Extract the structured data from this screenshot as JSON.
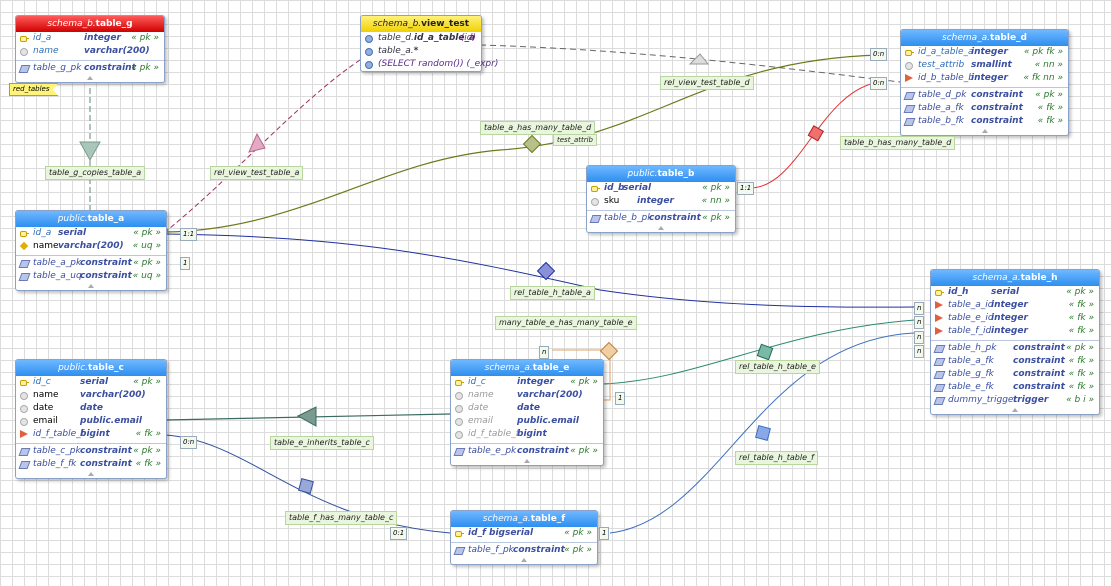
{
  "tables": {
    "table_g": {
      "schema": "schema_b.",
      "name": "table_g",
      "rows": [
        {
          "name": "id_a",
          "type": "integer",
          "mod": "« pk »"
        },
        {
          "name": "name",
          "type": "varchar(200)",
          "mod": ""
        },
        {
          "name": "table_g_pk",
          "type": "constraint",
          "mod": "« pk »"
        }
      ],
      "tag": "red_tables"
    },
    "view_test": {
      "schema": "schema_b.",
      "name": "view_test",
      "rows": [
        {
          "name": "table_d.",
          "bold": "id_a_table_a",
          "mod": "(id)"
        },
        {
          "name": "table_a.",
          "bold": "*",
          "mod": ""
        },
        {
          "name": "(SELECT random()) (_expr)",
          "bold": "",
          "mod": ""
        }
      ]
    },
    "table_d": {
      "schema": "schema_a.",
      "name": "table_d",
      "rows": [
        {
          "name": "id_a_table_a",
          "type": "integer",
          "mod": "« pk fk »"
        },
        {
          "name": "test_attrib",
          "type": "smallint",
          "mod": "« nn »"
        },
        {
          "name": "id_b_table_b",
          "type": "integer",
          "mod": "« fk nn »"
        },
        {
          "name": "table_d_pk",
          "type": "constraint",
          "mod": "« pk »"
        },
        {
          "name": "table_a_fk",
          "type": "constraint",
          "mod": "« fk »"
        },
        {
          "name": "table_b_fk",
          "type": "constraint",
          "mod": "« fk »"
        }
      ]
    },
    "table_b": {
      "schema": "public.",
      "name": "table_b",
      "rows": [
        {
          "name": "id_b",
          "type": "serial",
          "mod": "« pk »"
        },
        {
          "name": "sku",
          "type": "integer",
          "mod": "« nn »"
        },
        {
          "name": "table_b_pk",
          "type": "constraint",
          "mod": "« pk »"
        }
      ]
    },
    "table_a": {
      "schema": "public.",
      "name": "table_a",
      "rows": [
        {
          "name": "id_a",
          "type": "serial",
          "mod": "« pk »"
        },
        {
          "name": "name",
          "type": "varchar(200)",
          "mod": "« uq »"
        },
        {
          "name": "table_a_pk",
          "type": "constraint",
          "mod": "« pk »"
        },
        {
          "name": "table_a_uq",
          "type": "constraint",
          "mod": "« uq »"
        }
      ]
    },
    "table_h": {
      "schema": "schema_a.",
      "name": "table_h",
      "rows": [
        {
          "name": "id_h",
          "type": "serial",
          "mod": "« pk »"
        },
        {
          "name": "table_a_id",
          "type": "integer",
          "mod": "« fk »"
        },
        {
          "name": "table_e_id",
          "type": "integer",
          "mod": "« fk »"
        },
        {
          "name": "table_f_id",
          "type": "integer",
          "mod": "« fk »"
        },
        {
          "name": "table_h_pk",
          "type": "constraint",
          "mod": "« pk »"
        },
        {
          "name": "table_a_fk",
          "type": "constraint",
          "mod": "« fk »"
        },
        {
          "name": "table_g_fk",
          "type": "constraint",
          "mod": "« fk »"
        },
        {
          "name": "table_e_fk",
          "type": "constraint",
          "mod": "« fk »"
        },
        {
          "name": "dummy_trigger",
          "type": "trigger",
          "mod": "« b i »"
        }
      ]
    },
    "table_c": {
      "schema": "public.",
      "name": "table_c",
      "rows": [
        {
          "name": "id_c",
          "type": "serial",
          "mod": "« pk »"
        },
        {
          "name": "name",
          "type": "varchar(200)",
          "mod": ""
        },
        {
          "name": "date",
          "type": "date",
          "mod": ""
        },
        {
          "name": "email",
          "type": "public.email",
          "mod": ""
        },
        {
          "name": "id_f_table_f",
          "type": "bigint",
          "mod": "« fk »"
        },
        {
          "name": "table_c_pk",
          "type": "constraint",
          "mod": "« pk »"
        },
        {
          "name": "table_f_fk",
          "type": "constraint",
          "mod": "« fk »"
        }
      ]
    },
    "table_e": {
      "schema": "schema_a.",
      "name": "table_e",
      "rows": [
        {
          "name": "id_c",
          "type": "integer",
          "mod": "« pk »"
        },
        {
          "name": "name",
          "type": "varchar(200)",
          "mod": ""
        },
        {
          "name": "date",
          "type": "date",
          "mod": ""
        },
        {
          "name": "email",
          "type": "public.email",
          "mod": ""
        },
        {
          "name": "id_f_table_f",
          "type": "bigint",
          "mod": ""
        },
        {
          "name": "table_e_pk",
          "type": "constraint",
          "mod": "« pk »"
        }
      ]
    },
    "table_f": {
      "schema": "schema_a.",
      "name": "table_f",
      "rows": [
        {
          "name": "id_f",
          "type": "bigserial",
          "mod": "« pk »"
        },
        {
          "name": "table_f_pk",
          "type": "constraint",
          "mod": "« pk »"
        }
      ]
    }
  },
  "relations": {
    "table_g_copies_table_a": "table_g_copies_table_a",
    "rel_view_test_table_a": "rel_view_test_table_a",
    "rel_view_test_table_d": "rel_view_test_table_d",
    "table_a_has_many_table_d": "table_a_has_many_table_d",
    "test_attrib": "test_attrib",
    "table_b_has_many_table_d": "table_b_has_many_table_d",
    "rel_table_h_table_a": "rel_table_h_table_a",
    "many_table_e_has_many_table_e": "many_table_e_has_many_table_e",
    "rel_table_h_table_e": "rel_table_h_table_e",
    "table_e_inherits_table_c": "table_e_inherits_table_c",
    "table_f_has_many_table_c": "table_f_has_many_table_c",
    "rel_table_h_table_f": "rel_table_h_table_f"
  },
  "cardinalities": {
    "a_d_01": "1:1",
    "a_d_02": "1",
    "d_a": "0:n",
    "d_b": "0:n",
    "b_d": "1:1",
    "h1": "n",
    "h2": "n",
    "h3": "n",
    "h4": "n",
    "e_self_n": "n",
    "e_self_1": "1",
    "c_f": "0:n",
    "f_c": "0:1",
    "f_h": "1"
  },
  "colors": {
    "blue_header": "#2e8ef0",
    "red_header": "#d00000",
    "yellow_header": "#f0d000",
    "grid": "#dcdcdc"
  }
}
